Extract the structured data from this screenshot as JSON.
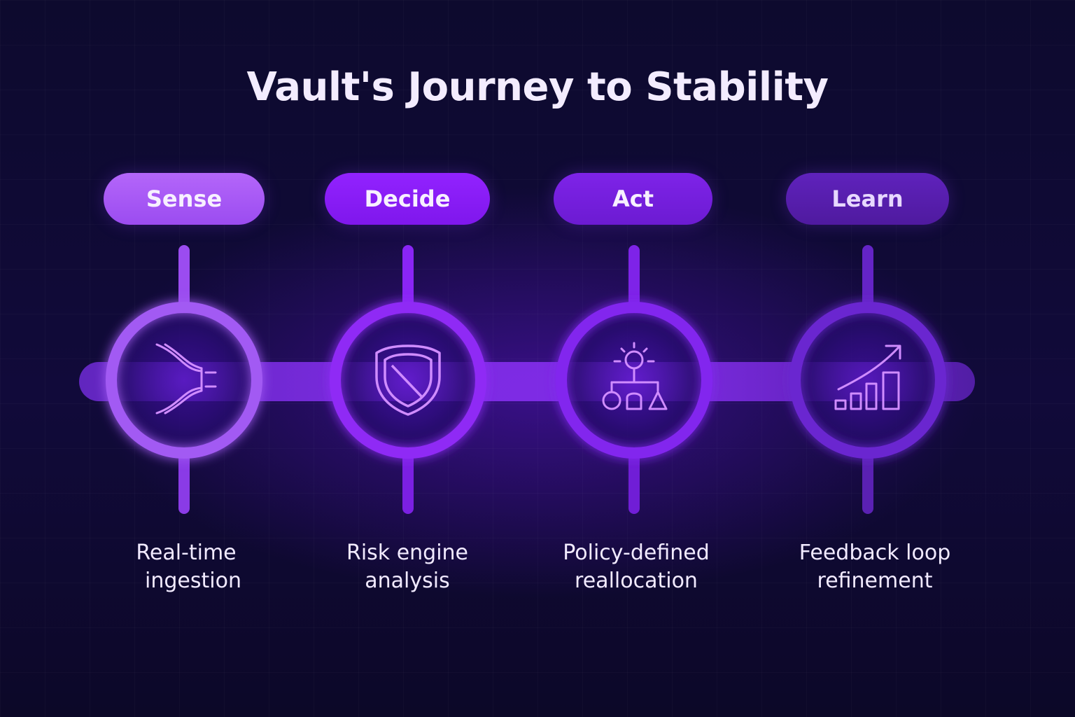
{
  "title": "Vault's Journey to Stability",
  "colors": {
    "background": "#0d0a2e",
    "track": "#7a2fe0",
    "ring": "#8f3cf2",
    "icon_stroke": "#d79cff",
    "text": "#f3ecff"
  },
  "steps": [
    {
      "label": "Sense",
      "caption_line1": "Real-time",
      "caption_line2": "ingestion",
      "icon": "converging-streams-icon",
      "pill_color": "#a855f7"
    },
    {
      "label": "Decide",
      "caption_line1": "Risk engine",
      "caption_line2": "analysis",
      "icon": "shield-icon",
      "pill_color": "#8b1ff5"
    },
    {
      "label": "Act",
      "caption_line1": "Policy-defined",
      "caption_line2": "reallocation",
      "icon": "allocation-tree-icon",
      "pill_color": "#7a22e6"
    },
    {
      "label": "Learn",
      "caption_line1": "Feedback loop",
      "caption_line2": "refinement",
      "icon": "growth-chart-icon",
      "pill_color": "#5b1fb8"
    }
  ]
}
